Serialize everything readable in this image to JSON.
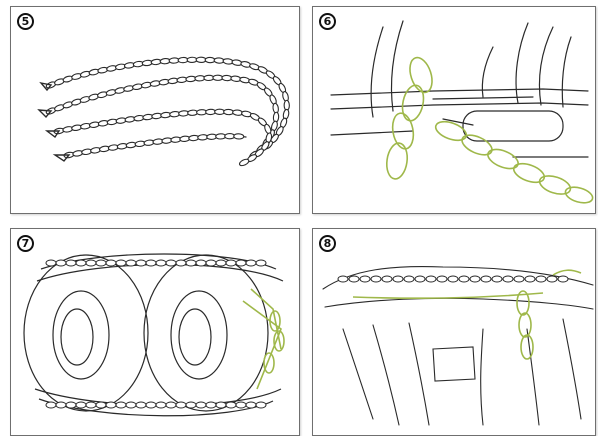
{
  "accent_color": "#a9c24a",
  "line_color": "#2a2a2a",
  "panels": [
    {
      "number": "5",
      "subject": "loose-chains"
    },
    {
      "number": "6",
      "subject": "chain-hook-on-axle"
    },
    {
      "number": "7",
      "subject": "chains-over-twin-tires"
    },
    {
      "number": "8",
      "subject": "tensioned-chain-closeup"
    }
  ]
}
